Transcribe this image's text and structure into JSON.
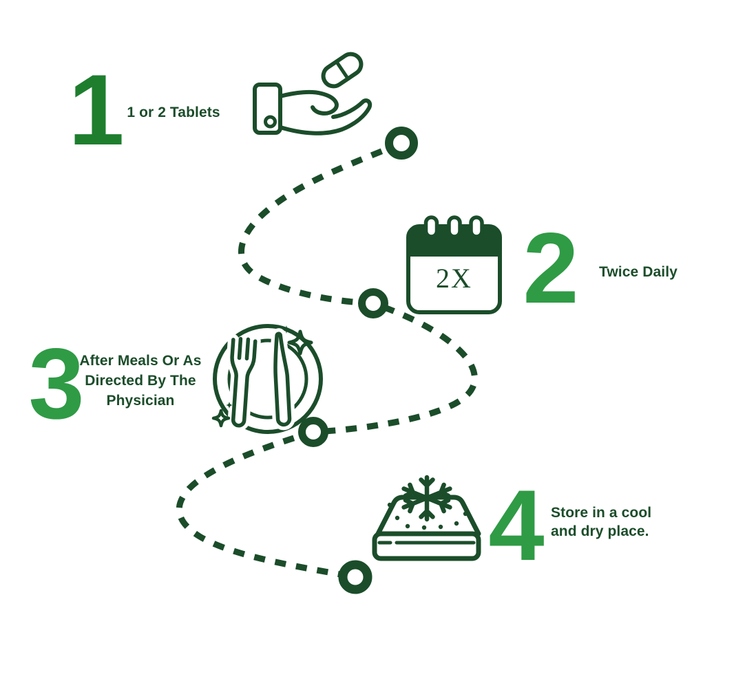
{
  "page": {
    "kind": "medication-dosage-instructions-infographic",
    "background": "#ffffff"
  },
  "palette": {
    "dark_green_linework": "#1b4d2a",
    "accent_number_green": "#2f9b45",
    "step1_number_green": "#1e7e2e",
    "white": "#ffffff"
  },
  "route": {
    "style": "dashed-curve",
    "node_count": 4
  },
  "steps": [
    {
      "number": "1",
      "label": "1 or 2 Tablets",
      "icon": "hand-offering-capsule-icon"
    },
    {
      "number": "2",
      "label": "Twice Daily",
      "icon": "calendar-icon",
      "calendar_marking": "2X"
    },
    {
      "number": "3",
      "label_lines": [
        "After Meals Or As",
        "Directed By The",
        "Physician"
      ],
      "icon": "plate-and-cutlery-icon"
    },
    {
      "number": "4",
      "label_lines": [
        "Store in a cool",
        "and dry place."
      ],
      "icon": "cool-storage-snowflake-icon"
    }
  ]
}
